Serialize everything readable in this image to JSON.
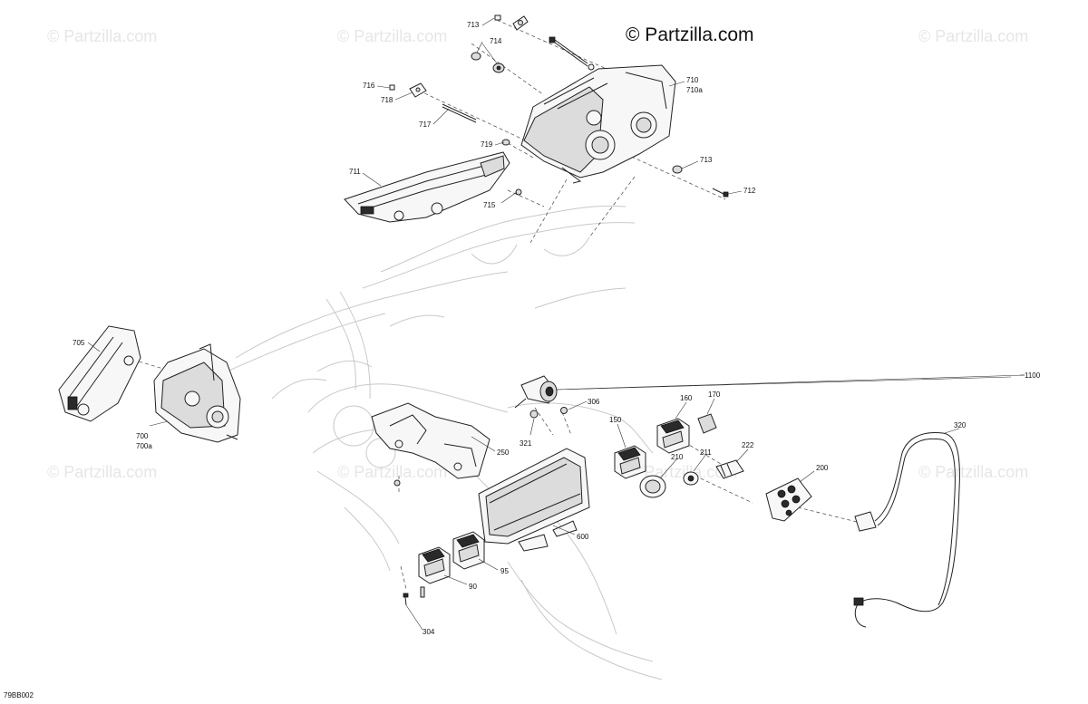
{
  "watermarks": [
    "© Partzilla.com",
    "© Partzilla.com",
    "© Partzilla.com",
    "© Partzilla.com",
    "© Partzilla.com",
    "© Partzilla.com",
    "© Partzilla.com"
  ],
  "brand": "© Partzilla.com",
  "drawing_code": "79BB002",
  "callouts": {
    "c713a": "713",
    "c714": "714",
    "c716": "716",
    "c718": "718",
    "c717": "717",
    "c719": "719",
    "c710": "710",
    "c710a": "710a",
    "c713b": "713",
    "c712": "712",
    "c711": "711",
    "c715": "715",
    "c705": "705",
    "c700": "700",
    "c700a": "700a",
    "c1100": "1100",
    "c321": "321",
    "c306": "306",
    "c250": "250",
    "c150": "150",
    "c160": "160",
    "c170": "170",
    "c210": "210",
    "c211": "211",
    "c222": "222",
    "c200": "200",
    "c320": "320",
    "c600": "600",
    "c95": "95",
    "c90": "90",
    "c304": "304"
  }
}
